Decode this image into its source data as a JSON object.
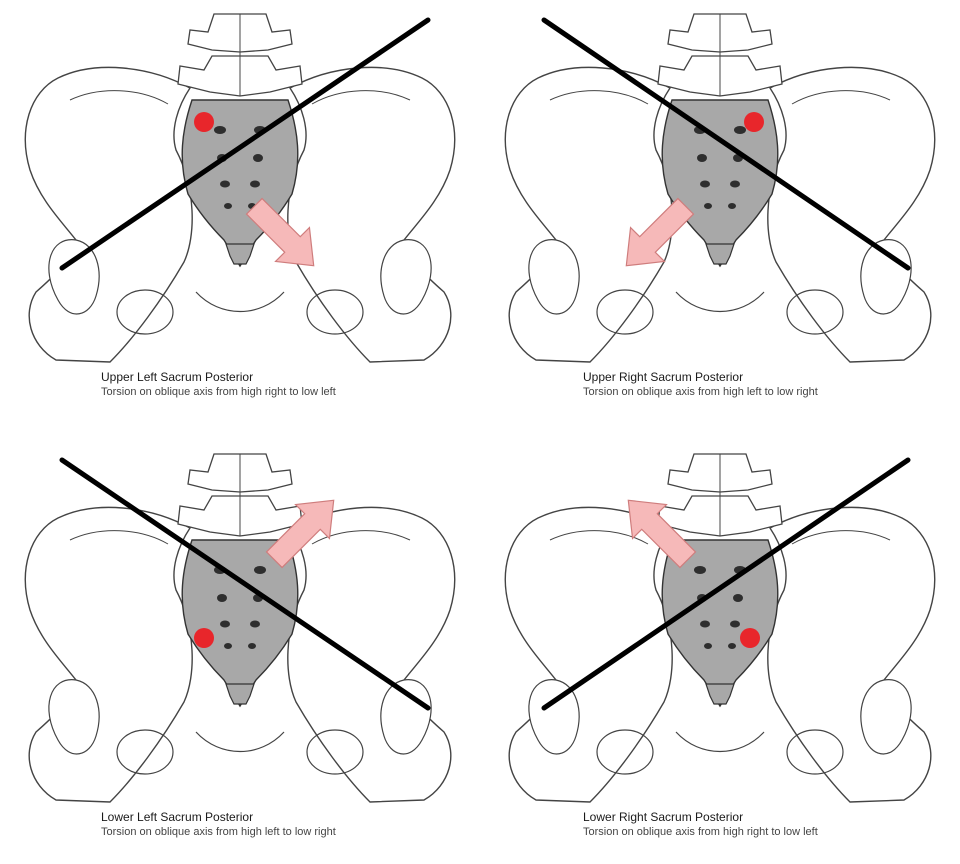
{
  "colors": {
    "bone_fill": "#ffffff",
    "bone_line": "#444444",
    "sacrum_fill": "#a8a8a8",
    "foramen": "#2e2e2e",
    "axis": "#000000",
    "marker": "#e8262b",
    "arrow_fill": "#f6b9b9",
    "arrow_line": "#cf7d7d"
  },
  "panels": [
    {
      "title": "Upper Left Sacrum Posterior",
      "subtitle": "Torsion on oblique axis from high right to low left",
      "axis": "high-right-to-low-left",
      "marker_position": "upper-left",
      "arrow_direction": "down-right"
    },
    {
      "title": "Upper Right Sacrum Posterior",
      "subtitle": "Torsion on oblique axis from high left to low right",
      "axis": "high-left-to-low-right",
      "marker_position": "upper-right",
      "arrow_direction": "down-left"
    },
    {
      "title": "Lower Left Sacrum Posterior",
      "subtitle": "Torsion on oblique axis from high left to low right",
      "axis": "high-left-to-low-right",
      "marker_position": "lower-left",
      "arrow_direction": "up-right"
    },
    {
      "title": "Lower Right Sacrum Posterior",
      "subtitle": "Torsion on oblique axis from high right to low left",
      "axis": "high-right-to-low-left",
      "marker_position": "lower-right",
      "arrow_direction": "up-left"
    }
  ]
}
